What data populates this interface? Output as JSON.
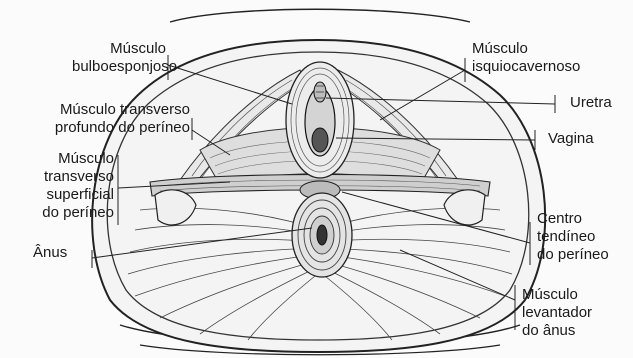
{
  "labels": {
    "bulbo": "Músculo\nbulboesponjoso",
    "transverso_profundo": "Músculo transverso\nprofundo do períneo",
    "transverso_superficial": "Músculo\ntransverso\nsuperficial\ndo períneo",
    "anus": "Ânus",
    "isquio": "Músculo\nisquiocavernoso",
    "uretra": "Uretra",
    "vagina": "Vagina",
    "centro": "Centro\ntendíneo\ndo períneo",
    "levantador": "Músculo\nlevantador\ndo ânus"
  },
  "colors": {
    "ink": "#1a1a1a",
    "background": "#fbfbfb"
  }
}
